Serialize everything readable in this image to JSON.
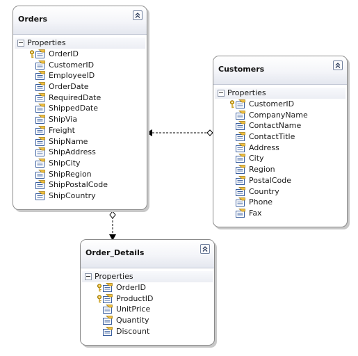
{
  "entities": {
    "orders": {
      "title": "Orders",
      "section": "Properties",
      "properties": [
        {
          "name": "OrderID",
          "key": true
        },
        {
          "name": "CustomerID",
          "key": false
        },
        {
          "name": "EmployeeID",
          "key": false
        },
        {
          "name": "OrderDate",
          "key": false
        },
        {
          "name": "RequiredDate",
          "key": false
        },
        {
          "name": "ShippedDate",
          "key": false
        },
        {
          "name": "ShipVia",
          "key": false
        },
        {
          "name": "Freight",
          "key": false
        },
        {
          "name": "ShipName",
          "key": false
        },
        {
          "name": "ShipAddress",
          "key": false
        },
        {
          "name": "ShipCity",
          "key": false
        },
        {
          "name": "ShipRegion",
          "key": false
        },
        {
          "name": "ShipPostalCode",
          "key": false
        },
        {
          "name": "ShipCountry",
          "key": false
        }
      ]
    },
    "customers": {
      "title": "Customers",
      "section": "Properties",
      "properties": [
        {
          "name": "CustomerID",
          "key": true
        },
        {
          "name": "CompanyName",
          "key": false
        },
        {
          "name": "ContactName",
          "key": false
        },
        {
          "name": "ContactTitle",
          "key": false
        },
        {
          "name": "Address",
          "key": false
        },
        {
          "name": "City",
          "key": false
        },
        {
          "name": "Region",
          "key": false
        },
        {
          "name": "PostalCode",
          "key": false
        },
        {
          "name": "Country",
          "key": false
        },
        {
          "name": "Phone",
          "key": false
        },
        {
          "name": "Fax",
          "key": false
        }
      ]
    },
    "order_details": {
      "title": "Order_Details",
      "section": "Properties",
      "properties": [
        {
          "name": "OrderID",
          "key": true
        },
        {
          "name": "ProductID",
          "key": true
        },
        {
          "name": "UnitPrice",
          "key": false
        },
        {
          "name": "Quantity",
          "key": false
        },
        {
          "name": "Discount",
          "key": false
        }
      ]
    }
  },
  "icons": {
    "collapse": "chevron-double-up-icon",
    "key": "key-icon",
    "property": "property-icon",
    "section_toggle": "minus-icon"
  },
  "colors": {
    "border": "#8a8a8a",
    "header_top": "#ffffff",
    "header_bottom": "#e4e7ef",
    "key_gold": "#e0b020",
    "icon_blue": "#3a5f9f",
    "connector": "#000000"
  }
}
